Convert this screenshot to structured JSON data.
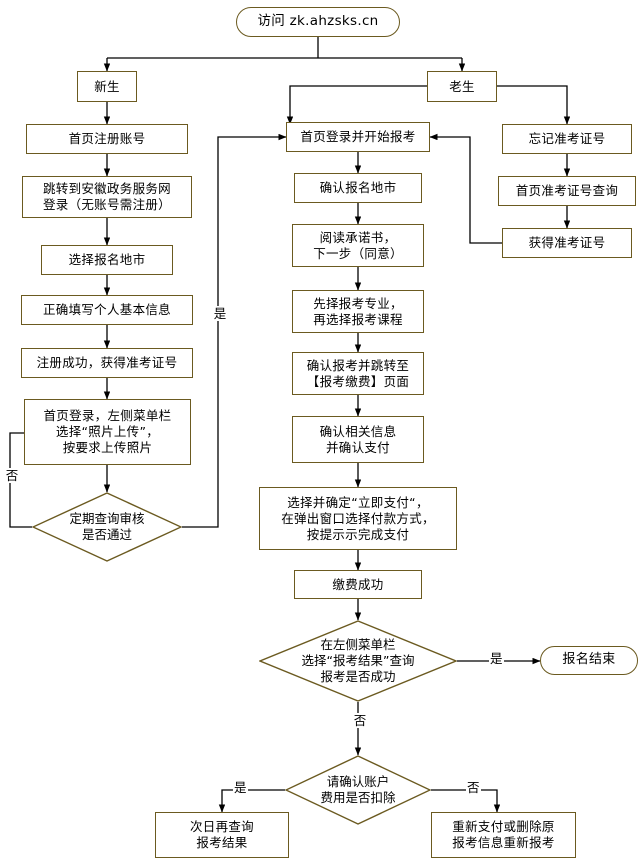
{
  "diagram": {
    "title_node": {
      "label": "访问  zk.ahzsks.cn",
      "type": "terminator"
    },
    "branch_new": {
      "label": "新生"
    },
    "branch_old": {
      "label": "老生"
    },
    "new_student_steps": [
      {
        "label": "首页注册账号"
      },
      {
        "label": "跳转到安徽政务服务网\n登录（无账号需注册）"
      },
      {
        "label": "选择报名地市"
      },
      {
        "label": "正确填写个人基本信息"
      },
      {
        "label": "注册成功，获得准考证号"
      },
      {
        "label": "首页登录，左侧菜单栏\n选择“照片上传”，\n按要求上传照片"
      }
    ],
    "review_decision": {
      "label": "定期查询审核\n是否通过"
    },
    "review_no_label": "否",
    "review_yes_label": "是",
    "old_student_steps": [
      {
        "label": "忘记准考证号"
      },
      {
        "label": "首页准考证号查询"
      },
      {
        "label": "获得准考证号"
      }
    ],
    "main_steps": [
      {
        "label": "首页登录并开始报考"
      },
      {
        "label": "确认报名地市"
      },
      {
        "label": "阅读承诺书，\n下一步（同意）"
      },
      {
        "label": "先择报考专业，\n再选择报考课程"
      },
      {
        "label": "确认报考并跳转至\n【报考缴费】页面"
      },
      {
        "label": "确认相关信息\n并确认支付"
      },
      {
        "label": "选择并确定“立即支付“，\n在弹出窗口选择付款方式，\n按提示示完成支付"
      },
      {
        "label": "缴费成功"
      }
    ],
    "result_decision": {
      "label": "在左侧菜单栏\n选择“报考结果”查询\n报考是否成功"
    },
    "result_yes_label": "是",
    "result_no_label": "否",
    "end_node": {
      "label": "报名结束",
      "type": "terminator"
    },
    "fee_decision": {
      "label": "请确认账户\n费用是否扣除"
    },
    "fee_yes_label": "是",
    "fee_no_label": "否",
    "fee_yes_target": {
      "label": "次日再查询\n报考结果"
    },
    "fee_no_target": {
      "label": "重新支付或删除原\n报考信息重新报考"
    },
    "colors": {
      "border": "#6b5a20",
      "line": "#000000",
      "background": "#ffffff",
      "text": "#000000"
    }
  }
}
